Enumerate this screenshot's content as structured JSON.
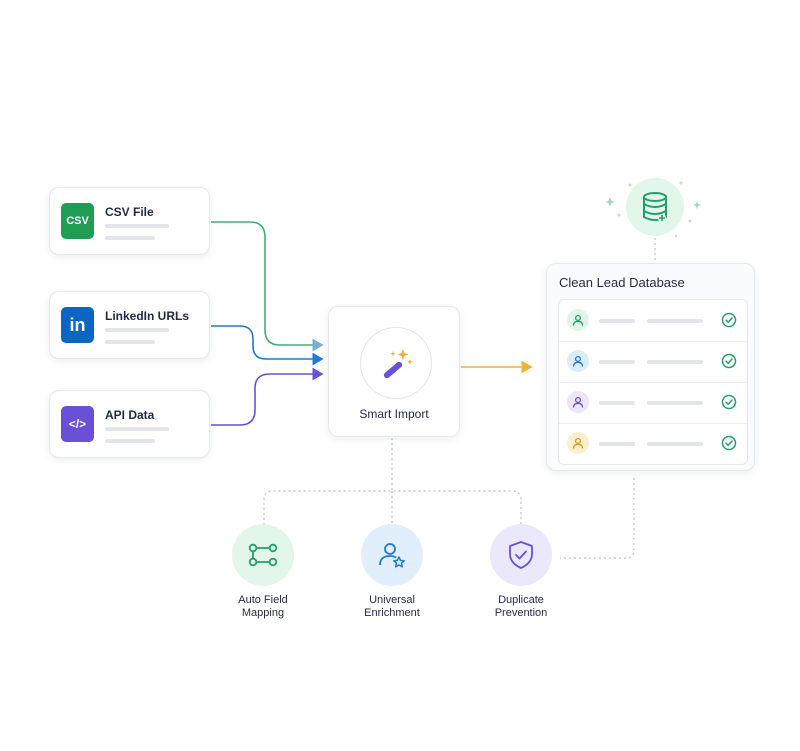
{
  "sources": [
    {
      "title": "CSV File",
      "icon": "csv-file-icon",
      "icon_text": "CSV",
      "color": "#1f9d55"
    },
    {
      "title": "LinkedIn URLs",
      "icon": "linkedin-icon",
      "icon_text": "in",
      "color": "#0a66c2"
    },
    {
      "title": "API Data",
      "icon": "code-icon",
      "icon_text": "</>",
      "color": "#6b4fd8"
    }
  ],
  "hub": {
    "title": "Smart Import",
    "icon": "magic-wand-icon"
  },
  "database": {
    "title": "Clean Lead Database",
    "icon": "database-icon",
    "rows": [
      {
        "avatar_color": "#22a06b",
        "avatar_bg": "#dff5e8"
      },
      {
        "avatar_color": "#1f7ad1",
        "avatar_bg": "#dcecfb"
      },
      {
        "avatar_color": "#6b4fd8",
        "avatar_bg": "#ebe6fb"
      },
      {
        "avatar_color": "#d89a1a",
        "avatar_bg": "#fbefcf"
      }
    ]
  },
  "features": [
    {
      "line1": "Auto Field",
      "line2": "Mapping",
      "icon": "field-mapping-icon",
      "color": "#22a06b",
      "bg": "#e3f6ea"
    },
    {
      "line1": "Universal",
      "line2": "Enrichment",
      "icon": "user-star-icon",
      "color": "#1f7ad1",
      "bg": "#e1eefb"
    },
    {
      "line1": "Duplicate",
      "line2": "Prevention",
      "icon": "shield-check-icon",
      "color": "#6b4fd8",
      "bg": "#ece8fb"
    }
  ],
  "colors": {
    "green": "#22a06b",
    "blue": "#1f7ad1",
    "purple": "#6b4fd8",
    "orange": "#f0b03a",
    "connector": "#7aaed0"
  }
}
